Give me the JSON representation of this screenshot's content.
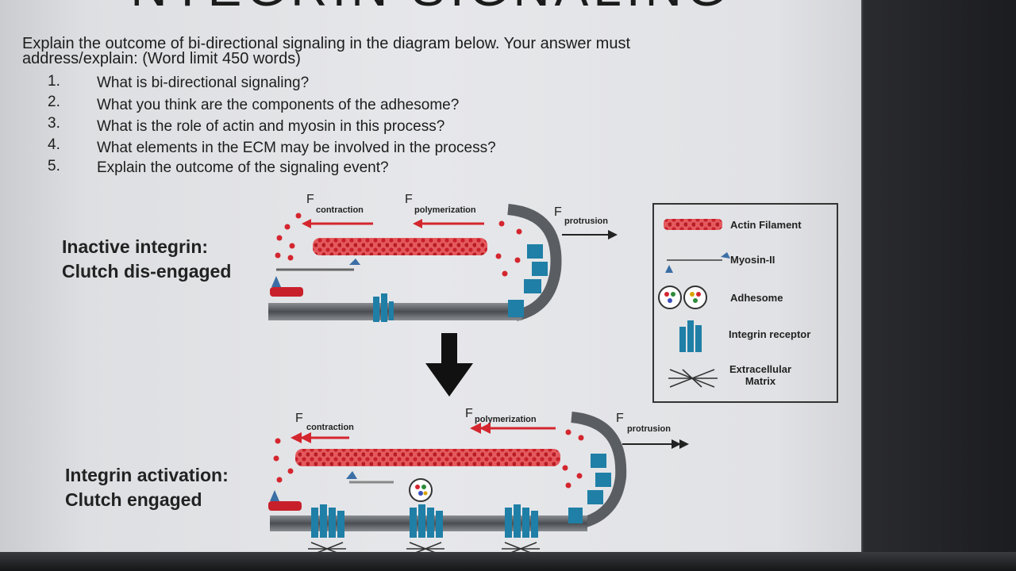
{
  "slide": {
    "title": "NTEGRIN SIGNALING"
  },
  "question": {
    "prompt_line1": "Explain the outcome of bi-directional signaling in the diagram below. Your answer must",
    "prompt_line2": "address/explain: (Word limit 450 words)",
    "items": [
      {
        "num": "1.",
        "text": "What is bi-directional signaling?"
      },
      {
        "num": "2.",
        "text": "What you think are the components of the adhesome?"
      },
      {
        "num": "3.",
        "text": "What is the role of actin and myosin in this process?"
      },
      {
        "num": "4.",
        "text": "What elements in the ECM may be involved in the process?"
      },
      {
        "num": "5.",
        "text": "Explain the outcome of the signaling event?"
      }
    ]
  },
  "diagram": {
    "inactive_label_1": "Inactive integrin:",
    "inactive_label_2": "Clutch dis-engaged",
    "active_label_1": "Integrin activation:",
    "active_label_2": "Clutch engaged",
    "force_symbol": "F",
    "contraction": "contraction",
    "polymerization": "polymerization",
    "protrusion": "protrusion"
  },
  "legend": {
    "actin": "Actin Filament",
    "myosin": "Myosin-II",
    "adhesome": "Adhesome",
    "integrin": "Integrin receptor",
    "ecm_1": "Extracellular",
    "ecm_2": "Matrix"
  },
  "colors": {
    "actin": "#d4262e",
    "integrin": "#1f7fa6",
    "membrane": "#555a5e",
    "arrow": "#111111"
  }
}
